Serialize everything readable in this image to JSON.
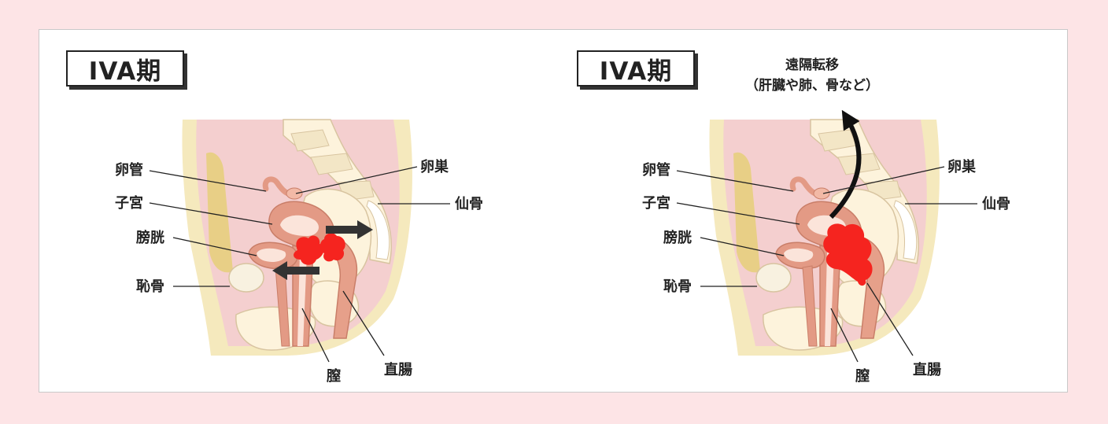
{
  "colors": {
    "page_background": "#fde4e6",
    "panel_background": "#ffffff",
    "tumor": "#f5241f",
    "body_skin": "#f4e8b8",
    "tissue_pink": "#f3cccc",
    "organ_salmon": "#e39a85",
    "bone_cream": "#fdf3dc",
    "arrow_dark": "#333333"
  },
  "left_panel": {
    "stage": "IVA期",
    "labels": {
      "fallopian_tube": "卵管",
      "uterus": "子宮",
      "bladder": "膀胱",
      "pubic_bone": "恥骨",
      "ovary": "卵巣",
      "sacrum": "仙骨",
      "vagina": "膣",
      "rectum": "直腸"
    }
  },
  "right_panel": {
    "stage": "IVA期",
    "labels": {
      "fallopian_tube": "卵管",
      "uterus": "子宮",
      "bladder": "膀胱",
      "pubic_bone": "恥骨",
      "ovary": "卵巣",
      "sacrum": "仙骨",
      "vagina": "膣",
      "rectum": "直腸"
    },
    "metastasis": {
      "line1": "遠隔転移",
      "line2": "（肝臓や肺、骨など）"
    }
  }
}
